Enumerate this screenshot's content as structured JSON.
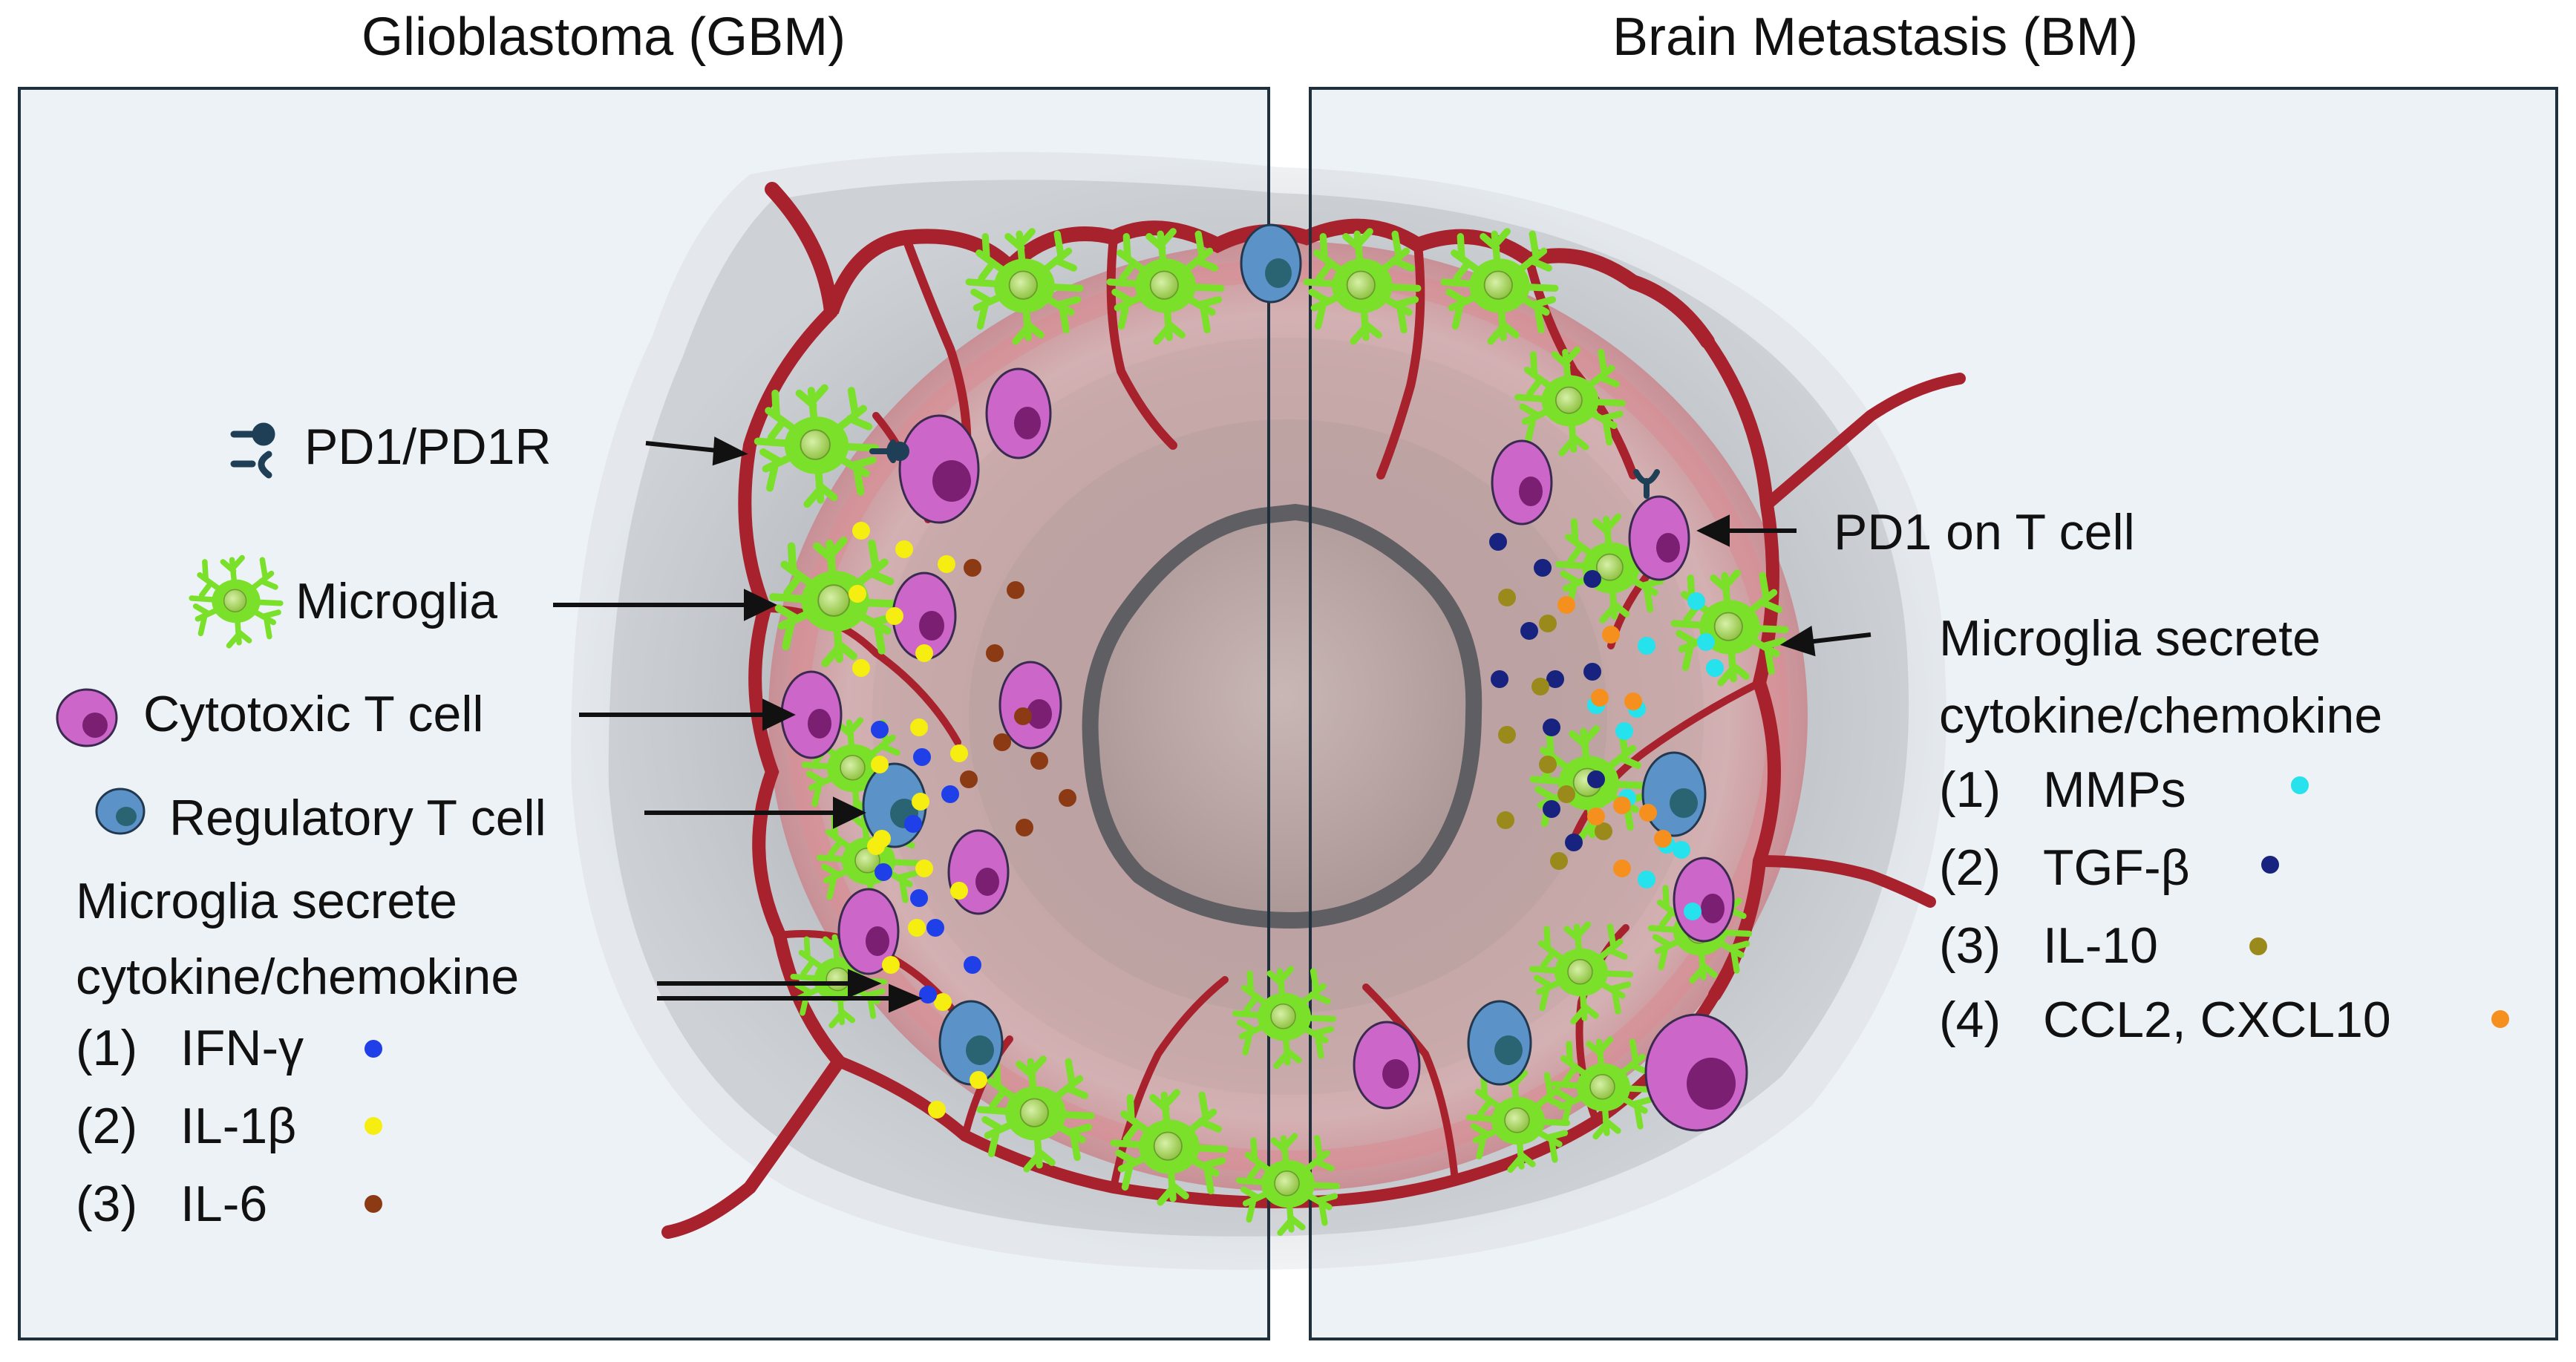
{
  "gbm": {
    "title": "Glioblastoma (GBM)",
    "pd1_label": "PD1/PD1R",
    "microglia_label": "Microglia",
    "cytotoxic_label": "Cytotoxic T cell",
    "regulatory_label": "Regulatory T cell",
    "secrete_line1": "Microglia secrete",
    "secrete_line2": "cytokine/chemokine",
    "cytokines": [
      {
        "num": "(1)",
        "name": "IFN-γ",
        "color": "#1f3fe8"
      },
      {
        "num": "(2)",
        "name": "IL-1β",
        "color": "#f5ee10"
      },
      {
        "num": "(3)",
        "name": "IL-6",
        "color": "#8b3a14"
      }
    ]
  },
  "bm": {
    "title": "Brain Metastasis (BM)",
    "pd1_label": "PD1 on T cell",
    "secrete_line1": "Microglia secrete",
    "secrete_line2": "cytokine/chemokine",
    "cytokines": [
      {
        "num": "(1)",
        "name": "MMPs",
        "color": "#25e2ec"
      },
      {
        "num": "(2)",
        "name": "TGF-β",
        "color": "#17237e"
      },
      {
        "num": "(3)",
        "name": "IL-10",
        "color": "#9a8a1c"
      },
      {
        "num": "(4)",
        "name": "CCL2, CXCL10",
        "color": "#f5901e"
      }
    ]
  },
  "colors": {
    "panel_bg": "#edf2f6",
    "vessel": "#a8222e",
    "microglia": "#7ae02a",
    "cytotoxic": "#cc66c8",
    "regulatory": "#5b93c9",
    "pd1_icon": "#1e3f55"
  }
}
